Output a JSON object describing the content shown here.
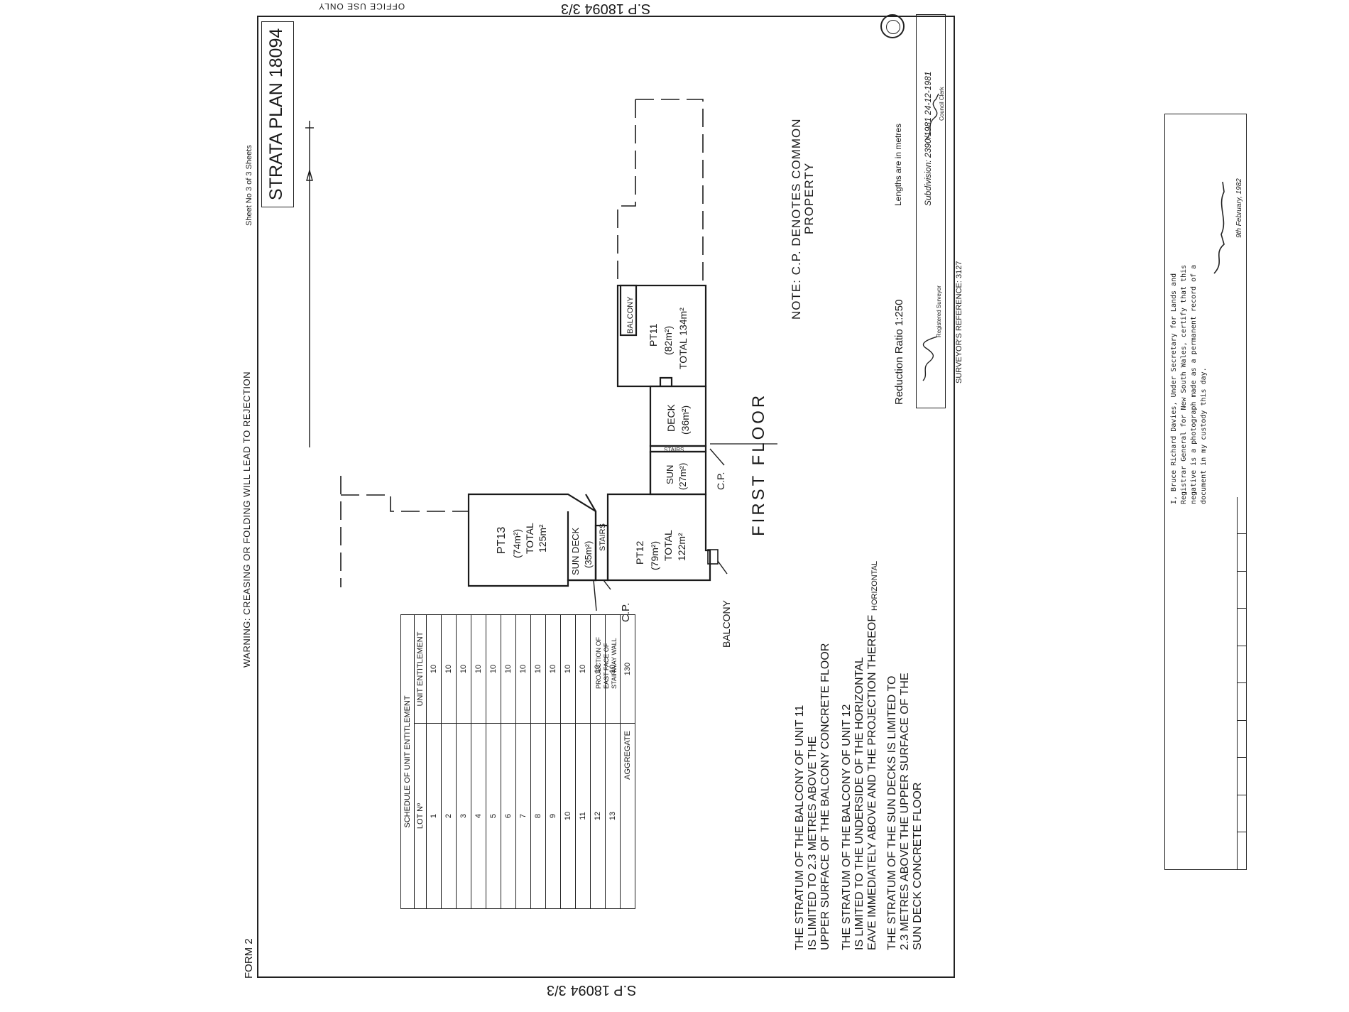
{
  "plan": {
    "title": "STRATA PLAN 18094",
    "sheet": "Sheet No 3 of 3 Sheets",
    "form": "FORM 2",
    "warning": "WARNING: CREASING OR FOLDING WILL LEAD TO REJECTION",
    "office_use": "OFFICE USE ONLY",
    "ref_top": "S.P 18094 3/3",
    "ref_bottom": "S.P 18094 3/3",
    "floor": "FIRST FLOOR"
  },
  "note": {
    "line1": "NOTE: C.P. DENOTES COMMON",
    "line2": "PROPERTY"
  },
  "units": {
    "pt11": {
      "name": "PT11",
      "area": "(82m²)",
      "total": "TOTAL 134m²"
    },
    "balcony11": "BALCONY",
    "deck": {
      "name": "DECK",
      "area": "(36m²)"
    },
    "stairs11": "STAIRS",
    "sun": {
      "name": "SUN",
      "area": "(27m²)"
    },
    "pt12": {
      "name": "PT12",
      "area": "(79m²)",
      "total": "TOTAL",
      "total2": "122m²"
    },
    "stairs13": "STAIRS",
    "sundeck13": {
      "name": "SUN DECK",
      "area": "(35m²)"
    },
    "pt13": {
      "name": "PT13",
      "area": "(74m²)",
      "total": "TOTAL",
      "total2": "125m²"
    },
    "balcony12_label": "BALCONY",
    "cp_label": "C.P.",
    "cp_label2": "C.P.",
    "projection": {
      "line1": "PROJECTION OF",
      "line2": "EAST FACE OF",
      "line3": "STAIRWAY WALL"
    }
  },
  "strata_notes": [
    {
      "l1": "THE STRATUM OF THE BALCONY OF UNIT 11",
      "l2": "IS LIMITED TO 2.3 METRES ABOVE THE",
      "l3": "UPPER SURFACE OF THE BALCONY CONCRETE FLOOR"
    },
    {
      "l1": "THE STRATUM OF THE BALCONY OF UNIT 12",
      "l2": "IS LIMITED TO THE UNDERSIDE OF THE HORIZONTAL",
      "l3": "EAVE IMMEDIATELY ABOVE AND THE PROJECTION THEREOF",
      "l0": "HORIZONTAL"
    },
    {
      "l1": "THE STRATUM OF THE SUN DECKS IS LIMITED TO",
      "l2": "2.3 METRES ABOVE THE UPPER SURFACE OF THE",
      "l3": "SUN DECK CONCRETE FLOOR"
    }
  ],
  "schedule": {
    "title": "SCHEDULE OF UNIT ENTITLEMENT",
    "col_lot": "LOT Nº",
    "col_ent": "UNIT ENTITLEMENT",
    "rows": [
      {
        "lot": "1",
        "ent": "10"
      },
      {
        "lot": "2",
        "ent": "10"
      },
      {
        "lot": "3",
        "ent": "10"
      },
      {
        "lot": "4",
        "ent": "10"
      },
      {
        "lot": "5",
        "ent": "10"
      },
      {
        "lot": "6",
        "ent": "10"
      },
      {
        "lot": "7",
        "ent": "10"
      },
      {
        "lot": "8",
        "ent": "10"
      },
      {
        "lot": "9",
        "ent": "10"
      },
      {
        "lot": "10",
        "ent": "10"
      },
      {
        "lot": "11",
        "ent": "10"
      },
      {
        "lot": "12",
        "ent": "10"
      },
      {
        "lot": "13",
        "ent": "10"
      }
    ],
    "aggregate_label": "AGGREGATE",
    "aggregate_value": "130"
  },
  "survey": {
    "lengths": "Lengths are in metres",
    "reduction": "Reduction Ratio 1:250",
    "subdivision": "Subdivision: 2390/1981 24-12-1981",
    "surveyor_ref": "SURVEYOR'S REFERENCE: 3127",
    "reg_surveyor": "Registered Surveyor",
    "council": "Council Clerk"
  },
  "certificate": {
    "l1": "I, Bruce Richard Davies, Under Secretary for Lands and",
    "l2": "Registrar General for New South Wales, certify that this",
    "l3": "negative is a photograph made as a permanent record of a",
    "l4": "document in my custody this day.",
    "date": "9th February, 1982"
  }
}
